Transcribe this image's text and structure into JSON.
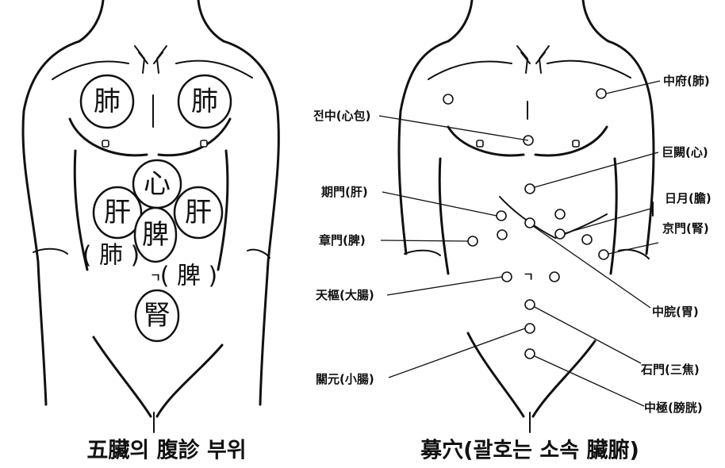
{
  "left_figure": {
    "organs": {
      "lung_left": "肺",
      "lung_right": "肺",
      "heart": "心",
      "liver_left": "肝",
      "liver_right": "肝",
      "spleen": "脾",
      "lung_lower": "( 肺 )",
      "spleen_lower": "( 脾 )",
      "kidney": "腎",
      "navel_mark": "ㄱ"
    },
    "caption": "五臟의 腹診 부위"
  },
  "right_figure": {
    "labels": {
      "zhongfu": "中府(肺)",
      "danzhong": "전中(心包)",
      "juque": "巨闕(心)",
      "qimen": "期門(肝)",
      "riyue": "日月(膽)",
      "jingmen": "京門(腎)",
      "zhangmen": "章門(脾)",
      "tianshu": "天樞(大腸)",
      "zhongwan": "中脘(胃)",
      "guanyuan": "關元(小腸)",
      "shimen": "石門(三焦)",
      "zhongji": "中極(膀胱)"
    },
    "navel_mark": "ㄱ",
    "caption": "募穴(괄호는 소속 臟腑)"
  }
}
